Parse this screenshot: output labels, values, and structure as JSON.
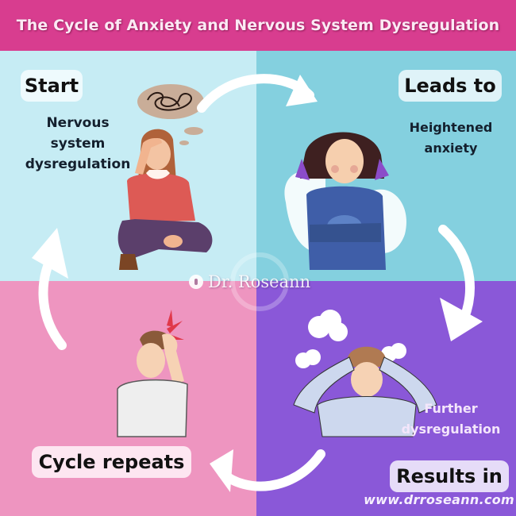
{
  "header": {
    "title": "The Cycle of Anxiety and Nervous System Dysregulation",
    "background": "#d83d8f"
  },
  "quadrants": {
    "top_left": {
      "label": "Start",
      "description": [
        "Nervous",
        "system",
        "dysregulation"
      ],
      "background": "#c6ecf4",
      "illustration": "woman-holding-forehead-with-tangled-thought-bubble"
    },
    "top_right": {
      "label": "Leads to",
      "description": [
        "Heightened",
        "anxiety"
      ],
      "background": "#84d0df",
      "illustration": "anxious-girl-arms-crossed-with-ghosts"
    },
    "bottom_right": {
      "label": "Results in",
      "description": [
        "Further",
        "dysregulation"
      ],
      "background": "#8a58d8",
      "illustration": "stressed-man-pulling-hair-with-steam"
    },
    "bottom_left": {
      "label": "Cycle repeats",
      "background": "#ee95c0",
      "illustration": "man-holding-head-in-pain"
    }
  },
  "arrows": [
    "arrow-start-to-leads",
    "arrow-leads-to-results",
    "arrow-results-to-repeats",
    "arrow-repeats-to-start"
  ],
  "watermark": {
    "text": "Dr. Roseann"
  },
  "footer": {
    "website": "www.drroseann.com"
  }
}
